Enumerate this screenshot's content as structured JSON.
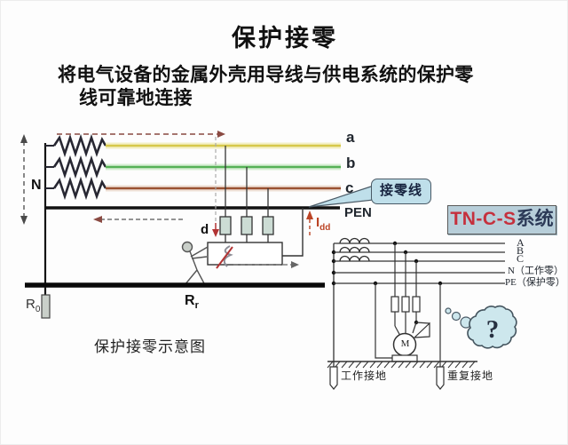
{
  "slide": {
    "title": "保护接零",
    "subtitle_line1": "将电气设备的金属外壳用导线与供电系统的保护零",
    "subtitle_line2": "线可靠地连接"
  },
  "left_diagram": {
    "neutral_label": "N",
    "phase_a_label": "a",
    "phase_b_label": "b",
    "phase_c_label": "c",
    "pen_label": "PEN",
    "fault_point_label": "d",
    "fault_current": {
      "symbol": "I",
      "subscript": "dd"
    },
    "system_ground_resistance": {
      "symbol": "R",
      "subscript": "0"
    },
    "person_resistance": {
      "symbol": "R",
      "subscript": "r"
    },
    "callout_label": "接零线",
    "system_badge": {
      "system_name": "TN-C-S",
      "suffix": "系统"
    },
    "caption": "保护接零示意图"
  },
  "right_diagram": {
    "line_labels": {
      "a": "A",
      "b": "B",
      "c": "C",
      "n": "N（工作零）",
      "pe": "PE（保护零）"
    },
    "motor_label": "M",
    "working_ground_label": "工作接地",
    "repeated_ground_label": "重复接地",
    "thought_bubble_text": "?"
  },
  "colors": {
    "phase_a": "#d6c84a",
    "phase_b": "#56b156",
    "phase_c": "#9a5132",
    "pen_line": "#111111",
    "fault_current": "#bb4425",
    "fault_arrow": "#8a4a42",
    "callout_bg": "#bfdfea",
    "badge_bg": "#b7ced9",
    "badge_system_text": "#c5303d",
    "badge_suffix_text": "#2c3a57",
    "cloud_fill": "#cde7ed",
    "fuse_fill": "#ccdcd4"
  }
}
